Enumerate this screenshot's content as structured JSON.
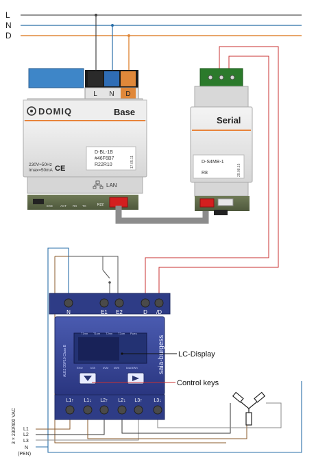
{
  "bus": {
    "l": "L",
    "n": "N",
    "d": "D"
  },
  "base_module": {
    "logo": "DOMIQ",
    "title": "Base",
    "terminals": [
      "L",
      "N",
      "D"
    ],
    "model_label": {
      "line1": "D-BL-1B",
      "line2": "#46F6B7",
      "line3": "R22R10",
      "side": "17.05.11"
    },
    "rating": {
      "line1": "230V≈50Hz",
      "line2": "Imax=50mA"
    },
    "ce_mark": "CE",
    "lan_label": "LAN",
    "leds": [
      "EXE",
      "ACT",
      "RX",
      "TX",
      "R22"
    ]
  },
  "serial_module": {
    "title": "Serial",
    "model_label": {
      "line1": "D-S4MB-1",
      "line2": "R8",
      "side": "29.08.15"
    }
  },
  "meter": {
    "top_terminals": [
      "N",
      "E1",
      "E2",
      "D",
      "/D"
    ],
    "display_tabs": [
      "T1mn",
      "T1um",
      "T2mn",
      "T2um",
      "Pwes"
    ],
    "side_text_left": "ALE3 D5F10 Class B",
    "brand": "saia-burgess",
    "bottom_labels": [
      "Error",
      "kVA",
      "kVAr",
      "kWh",
      "kvar/kWh"
    ],
    "bottom_terminals": [
      "L1↑",
      "L1↓",
      "L2↑",
      "L2↓",
      "L3↑",
      "L3↓"
    ]
  },
  "callouts": {
    "display": "LC-Display",
    "keys": "Control keys"
  },
  "supply": {
    "voltage": "3 × 230/400 VAC",
    "lines": [
      "L1",
      "L2",
      "L3",
      "N",
      "(PEN)"
    ]
  },
  "colors": {
    "l_wire": "#444444",
    "n_wire": "#2a6fa8",
    "d_wire": "#e0883a",
    "signal_wire": "#c83232",
    "meter_body": "#3a4c9a",
    "accent": "#e8833a"
  }
}
